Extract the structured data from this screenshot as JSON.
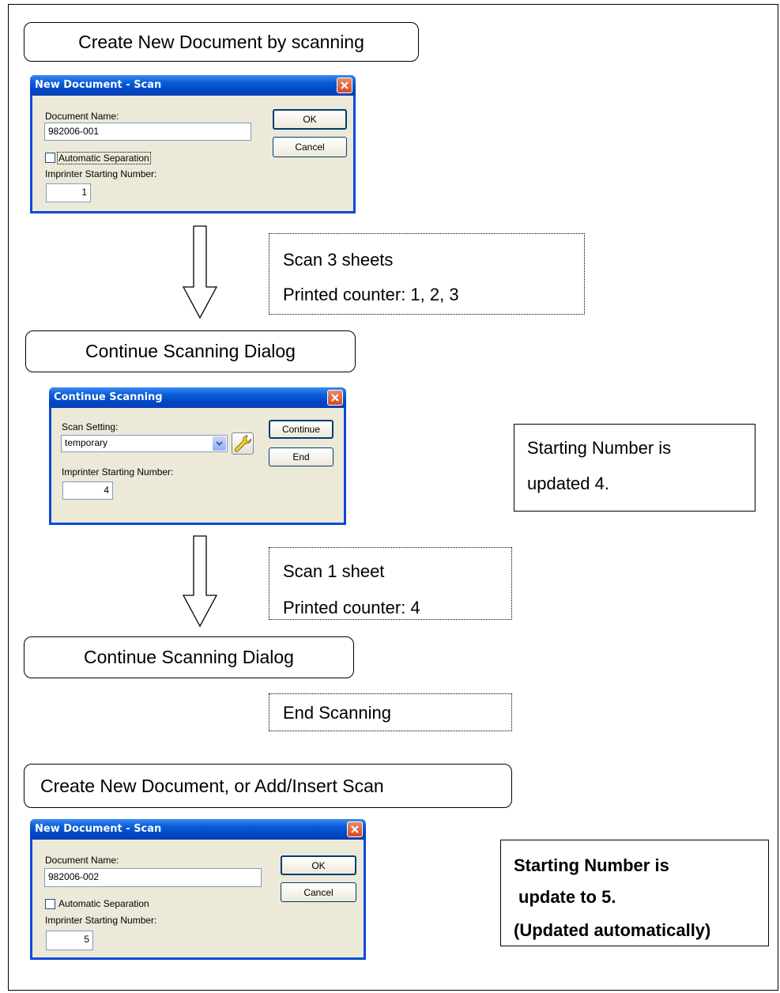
{
  "steps": {
    "create_new": "Create New Document by scanning",
    "continue_1": "Continue Scanning Dialog",
    "continue_2": "Continue Scanning Dialog",
    "create_or_add": "Create New Document, or Add/Insert Scan"
  },
  "notes": {
    "scan3_line1": "Scan 3 sheets",
    "scan3_line2": "Printed counter: 1, 2, 3",
    "scan1_line1": "Scan 1 sheet",
    "scan1_line2": "Printed counter: 4",
    "end": "End Scanning"
  },
  "info": {
    "updated4_line1": "Starting Number is",
    "updated4_line2": "updated 4.",
    "updated5_line1": "Starting Number is",
    "updated5_line2": "update to 5.",
    "updated5_line3": "(Updated automatically)"
  },
  "dialog1": {
    "title": "New Document - Scan",
    "doc_name_label": "Document Name:",
    "doc_name_value": "982006-001",
    "auto_sep_label": "Automatic Separation",
    "auto_sep_checked": false,
    "imprinter_label": "Imprinter Starting Number:",
    "imprinter_value": "1",
    "ok_label": "OK",
    "cancel_label": "Cancel"
  },
  "dialog2": {
    "title": "Continue Scanning",
    "scan_setting_label": "Scan Setting:",
    "scan_setting_value": "temporary",
    "imprinter_label": "Imprinter Starting Number:",
    "imprinter_value": "4",
    "continue_label": "Continue",
    "end_label": "End",
    "wrench_icon": "wrench-icon"
  },
  "dialog3": {
    "title": "New Document - Scan",
    "doc_name_label": "Document Name:",
    "doc_name_value": "982006-002",
    "auto_sep_label": "Automatic Separation",
    "auto_sep_checked": false,
    "imprinter_label": "Imprinter Starting Number:",
    "imprinter_value": "5",
    "ok_label": "OK",
    "cancel_label": "Cancel"
  },
  "colors": {
    "titlebar_blue": "#0b5ed7",
    "dialog_bg": "#ece9d8",
    "close_red": "#d44a1f"
  }
}
